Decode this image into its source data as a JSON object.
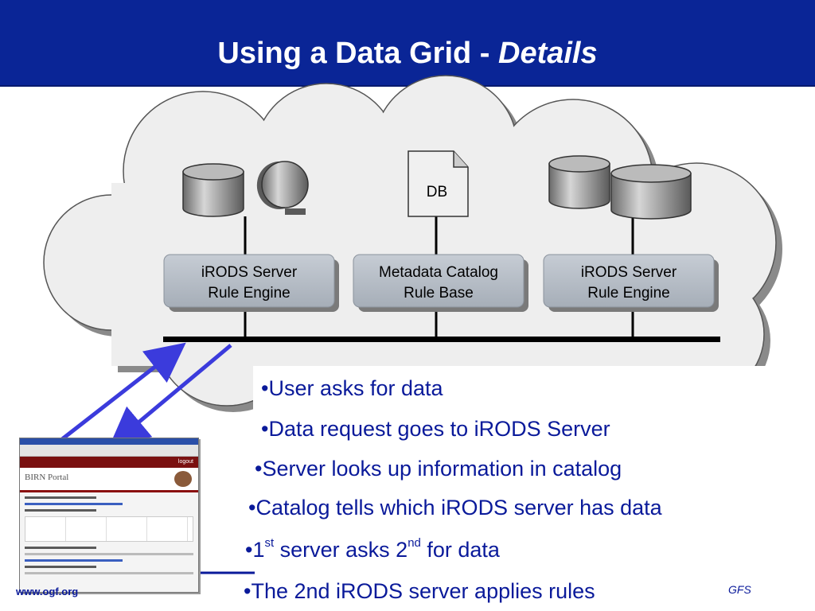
{
  "slide": {
    "title_main": "Using a Data Grid - ",
    "title_emphasis": "Details"
  },
  "diagram": {
    "db_label": "DB",
    "boxes": [
      {
        "line1": "iRODS Server",
        "line2": "Rule Engine"
      },
      {
        "line1": "Metadata Catalog",
        "line2": "Rule Base"
      },
      {
        "line1": "iRODS Server",
        "line2": "Rule Engine"
      }
    ]
  },
  "portal": {
    "brand": "BIRN Portal",
    "logout": "logout"
  },
  "bullets": [
    {
      "text": "•User asks for data"
    },
    {
      "text": "•Data request goes to iRODS Server"
    },
    {
      "text": "•Server looks up information in catalog"
    },
    {
      "text": "•Catalog tells which iRODS server has data"
    },
    {
      "pre": "•1",
      "sup1": "st",
      "mid": " server asks 2",
      "sup2": "nd",
      "post": " for data"
    },
    {
      "text": "•The 2nd iRODS server applies rules"
    }
  ],
  "footer": {
    "url": "www.ogf.org",
    "mark": "GFS"
  },
  "colors": {
    "header": "#0a2596",
    "text_blue": "#0a1a9a",
    "arrow": "#3b3bdc",
    "box_fill": "#b4bcc6"
  }
}
